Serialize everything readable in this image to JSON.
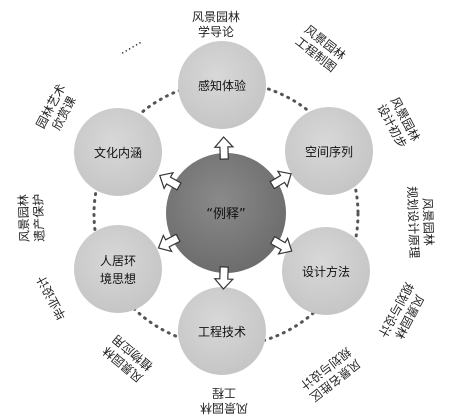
{
  "center": {
    "label": "“例释”"
  },
  "nodes": [
    {
      "id": "experience",
      "label_lines": [
        "感知体验"
      ]
    },
    {
      "id": "space",
      "label_lines": [
        "空间序列"
      ]
    },
    {
      "id": "design",
      "label_lines": [
        "设计方法"
      ]
    },
    {
      "id": "engineering",
      "label_lines": [
        "工程技术"
      ]
    },
    {
      "id": "habitat",
      "label_lines": [
        "人居环",
        "境思想"
      ]
    },
    {
      "id": "culture",
      "label_lines": [
        "文化内涵"
      ]
    }
  ],
  "courses": [
    {
      "id": "course-intro",
      "lines": [
        "风景园林",
        "学导论"
      ]
    },
    {
      "id": "course-drawing",
      "lines": [
        "风景园林",
        "工程制图"
      ]
    },
    {
      "id": "course-design-basic",
      "lines": [
        "风景园林",
        "设计初步"
      ]
    },
    {
      "id": "course-planning",
      "lines": [
        "风景园林",
        "规划设计原理"
      ]
    },
    {
      "id": "course-planning-design",
      "lines": [
        "风景园林",
        "规划与设计"
      ]
    },
    {
      "id": "course-heritage-planning",
      "lines": [
        "风景名胜区",
        "规划与设计"
      ]
    },
    {
      "id": "course-engineering",
      "lines": [
        "风景园林",
        "工程"
      ]
    },
    {
      "id": "course-plants",
      "lines": [
        "风景园林",
        "植物应用"
      ]
    },
    {
      "id": "course-thesis",
      "lines": [
        "毕业设计"
      ]
    },
    {
      "id": "course-heritage",
      "lines": [
        "风景园林",
        "遗产保护"
      ]
    },
    {
      "id": "course-art",
      "lines": [
        "园林艺术",
        "欣赏课"
      ]
    },
    {
      "id": "course-more",
      "lines": [
        "……"
      ]
    }
  ]
}
